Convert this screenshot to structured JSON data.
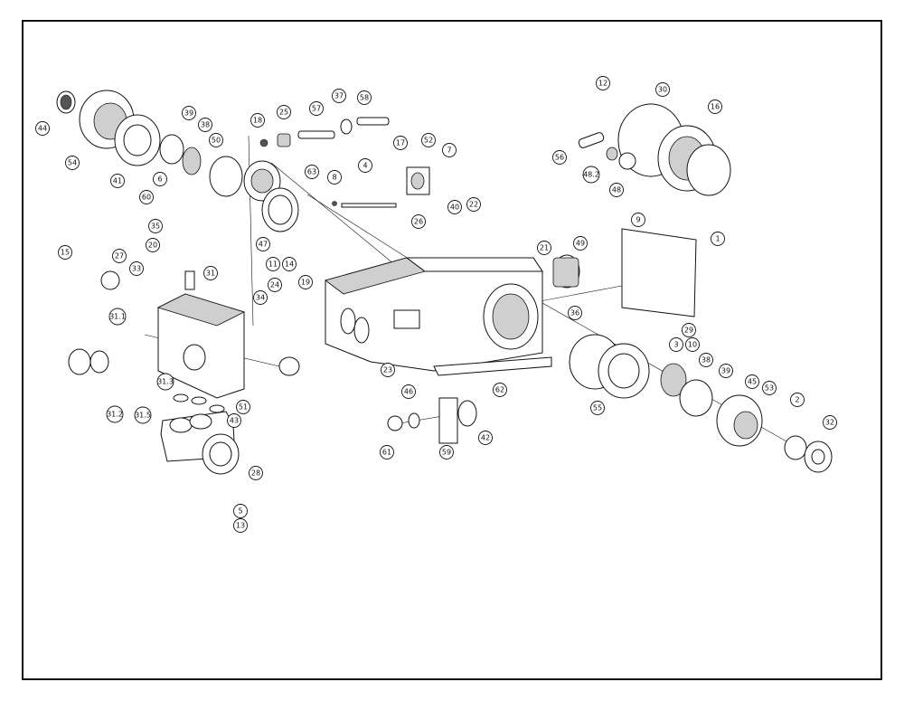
{
  "diagram": {
    "title": "",
    "callouts": [
      "44",
      "54",
      "41",
      "39",
      "38",
      "50",
      "60",
      "6",
      "35",
      "20",
      "31",
      "18",
      "25",
      "57",
      "37",
      "58",
      "63",
      "8",
      "4",
      "17",
      "52",
      "7",
      "40",
      "22",
      "26",
      "47",
      "11",
      "14",
      "27",
      "15",
      "33",
      "19",
      "24",
      "34",
      "21",
      "49",
      "9",
      "1",
      "29",
      "31.1",
      "31.3",
      "31.2",
      "31.5",
      "51",
      "43",
      "28",
      "5",
      "13",
      "23",
      "62",
      "36",
      "3",
      "10",
      "38",
      "39",
      "55",
      "45",
      "53",
      "2",
      "32",
      "42",
      "59",
      "61",
      "46",
      "12",
      "30",
      "16",
      "56",
      "48.2",
      "48"
    ]
  }
}
